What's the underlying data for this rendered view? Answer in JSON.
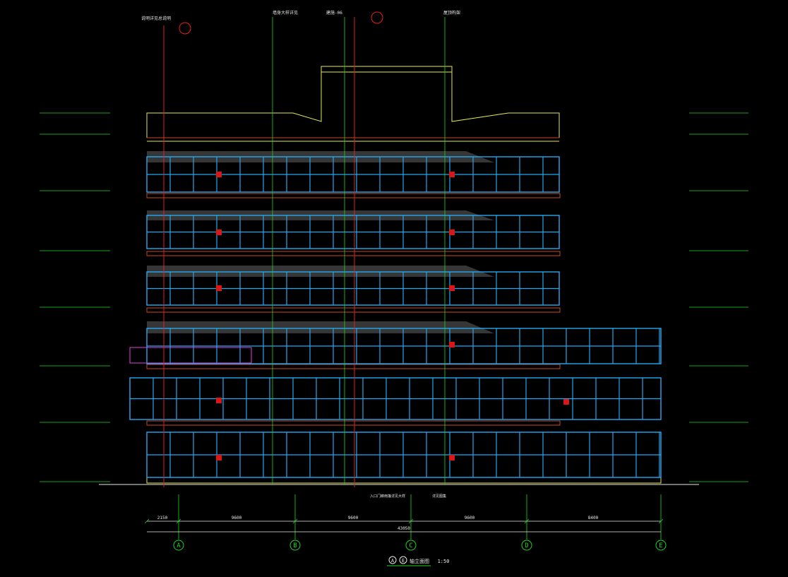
{
  "drawing": {
    "title_axes": [
      "A",
      "E"
    ],
    "title_label": "轴立面图",
    "scale": "1:50",
    "colors": {
      "background": "#000000",
      "glazing": "#22a8f0",
      "axis_line": "#1fd61f",
      "section_line": "#e02020",
      "slab": "#c8491e",
      "parapet": "#e8e84a",
      "roof_band": "#9a9a9a",
      "dim": "#e8e8e8",
      "railing": "#e040e0"
    }
  },
  "axes": {
    "bottom": [
      "A",
      "B",
      "C",
      "D",
      "E"
    ]
  },
  "dimensions": {
    "bottom_row1": [
      "2150",
      "9600",
      "9600",
      "9600",
      "8400"
    ],
    "bottom_total": "43050"
  },
  "annotations": {
    "top_notes": [
      "说明详见总说明",
      "墙身大样详见",
      "建施-06",
      "屋顶构架"
    ],
    "bottom_notes": [
      "入口门廊雨篷详见大样",
      "详见图集"
    ]
  }
}
